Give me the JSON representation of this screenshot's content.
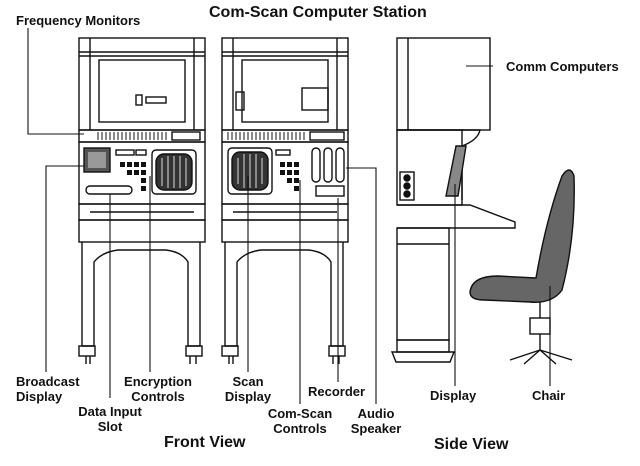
{
  "title": "Com-Scan Computer Station",
  "views": {
    "front": "Front View",
    "side": "Side View"
  },
  "labels": {
    "frequency_monitors": "Frequency Monitors",
    "comm_computers": "Comm Computers",
    "broadcast_display": "Broadcast Display",
    "data_input_slot": "Data Input Slot",
    "encryption_controls": "Encryption Controls",
    "scan_display": "Scan Display",
    "com_scan_controls": "Com-Scan Controls",
    "recorder": "Recorder",
    "audio_speaker": "Audio Speaker",
    "display": "Display",
    "chair": "Chair"
  },
  "colors": {
    "ink": "#111111",
    "paper": "#ffffff",
    "shade": "#555555"
  }
}
